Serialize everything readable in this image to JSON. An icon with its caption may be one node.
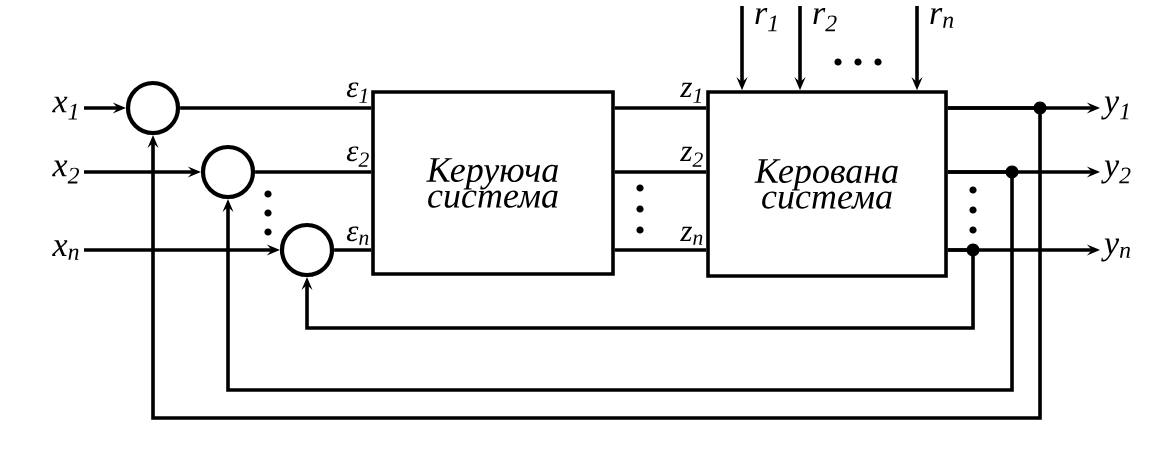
{
  "diagram": {
    "nodes": [
      {
        "text": [
          "r$_{1}$"
        ]
      },
      {
        "text": [
          "r$_{2}$"
        ]
      },
      {
        "text": [
          "r$_{n}$"
        ]
      },
      {
        "text": [
          "x$_{1}$"
        ]
      },
      {
        "text": [],
        "shape": "circle"
      },
      {
        "text": [
          "x$_{2}$"
        ]
      },
      {
        "text": [],
        "shape": "circle"
      },
      {
        "text": [
          "x$_{n}$"
        ]
      },
      {
        "text": [],
        "shape": "circle"
      },
      {
        "text": [
          "Керуюча система"
        ]
      },
      {
        "text": [
          "Керована система"
        ]
      },
      {
        "text": [
          "y$_{1}$"
        ]
      },
      {
        "text": [
          "y$_{2}$"
        ]
      },
      {
        "text": [
          "y$_{n}$"
        ]
      }
    ],
    "edges": [
      {
        "from": 3,
        "to": 4,
        "arrow": "to"
      },
      {
        "from": 5,
        "to": 6,
        "arrow": "to"
      },
      {
        "from": 7,
        "to": 8,
        "arrow": "to"
      },
      {
        "from": 4,
        "to": 9,
        "arrow": "none",
        "label": "ε$_{1}$"
      },
      {
        "from": 6,
        "to": 9,
        "arrow": "none",
        "label": "ε$_{2}$"
      },
      {
        "from": 8,
        "to": 9,
        "arrow": "none",
        "label": "ε$_{n}$"
      },
      {
        "from": 9,
        "to": 10,
        "arrow": "none",
        "label": "z$_{1}$"
      },
      {
        "from": 9,
        "to": 10,
        "arrow": "none",
        "label": "z$_{2}$"
      },
      {
        "from": 9,
        "to": 10,
        "arrow": "none",
        "label": "z$_{n}$"
      },
      {
        "from": 0,
        "to": 10,
        "arrow": "to"
      },
      {
        "from": 1,
        "to": 10,
        "arrow": "to"
      },
      {
        "from": 2,
        "to": 10,
        "arrow": "to"
      },
      {
        "from": 10,
        "to": 11,
        "arrow": "to"
      },
      {
        "from": 10,
        "to": 12,
        "arrow": "to"
      },
      {
        "from": 10,
        "to": 13,
        "arrow": "to"
      },
      {
        "from": 10,
        "to": 4,
        "arrow": "to"
      },
      {
        "from": 10,
        "to": 6,
        "arrow": "to"
      },
      {
        "from": 10,
        "to": 8,
        "arrow": "to"
      }
    ]
  }
}
